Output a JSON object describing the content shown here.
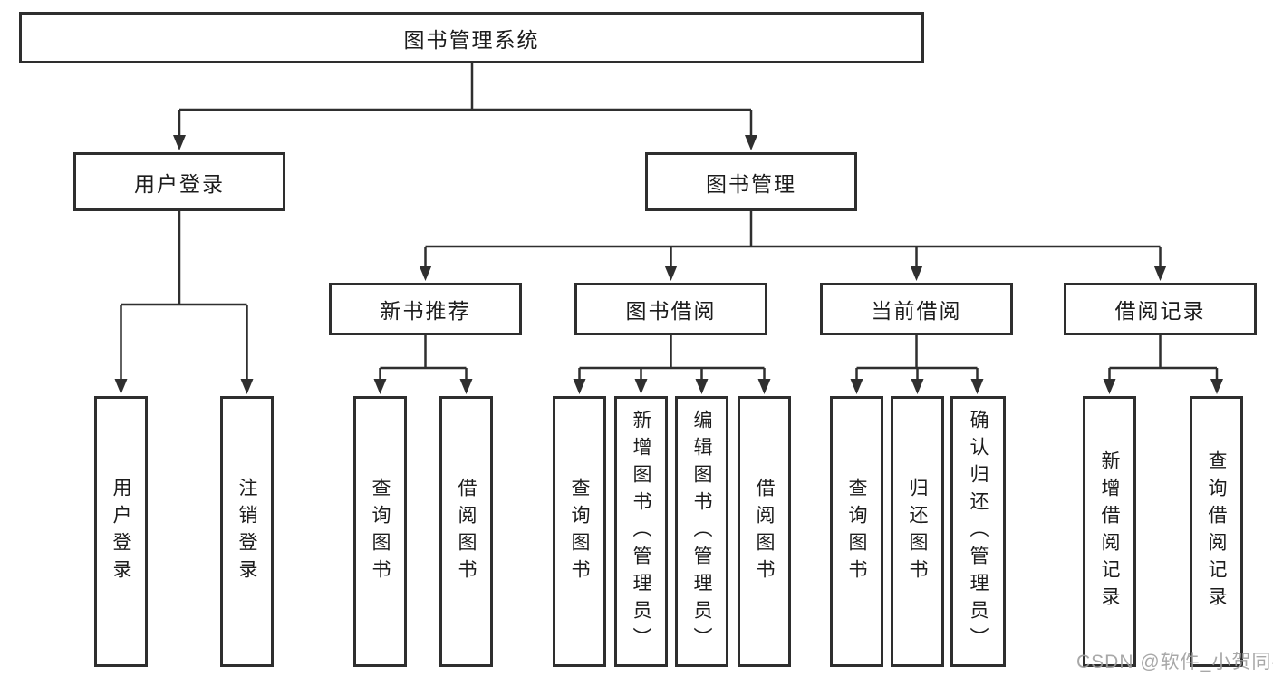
{
  "tree": {
    "root": {
      "label": "图书管理系统"
    },
    "level2": [
      {
        "label": "用户登录"
      },
      {
        "label": "图书管理"
      }
    ],
    "level3": [
      {
        "label": "新书推荐"
      },
      {
        "label": "图书借阅"
      },
      {
        "label": "当前借阅"
      },
      {
        "label": "借阅记录"
      }
    ],
    "leaves": {
      "login_group": [
        "用户登录",
        "注销登录"
      ],
      "recommend_group": [
        "查询图书",
        "借阅图书"
      ],
      "borrow_group": [
        "查询图书",
        "新增图书（管理员）",
        "编辑图书（管理员）",
        "借阅图书"
      ],
      "current_group": [
        "查询图书",
        "归还图书",
        "确认归还（管理员）"
      ],
      "record_group": [
        "新增借阅记录",
        "查询借阅记录"
      ]
    }
  },
  "watermark": "CSDN @软件_小贺同学",
  "colors": {
    "line": "#2f2f2f",
    "box_border": "#2e2e2e",
    "text": "#1c1c1c",
    "watermark": "#9f9f9f",
    "background": "#ffffff"
  }
}
